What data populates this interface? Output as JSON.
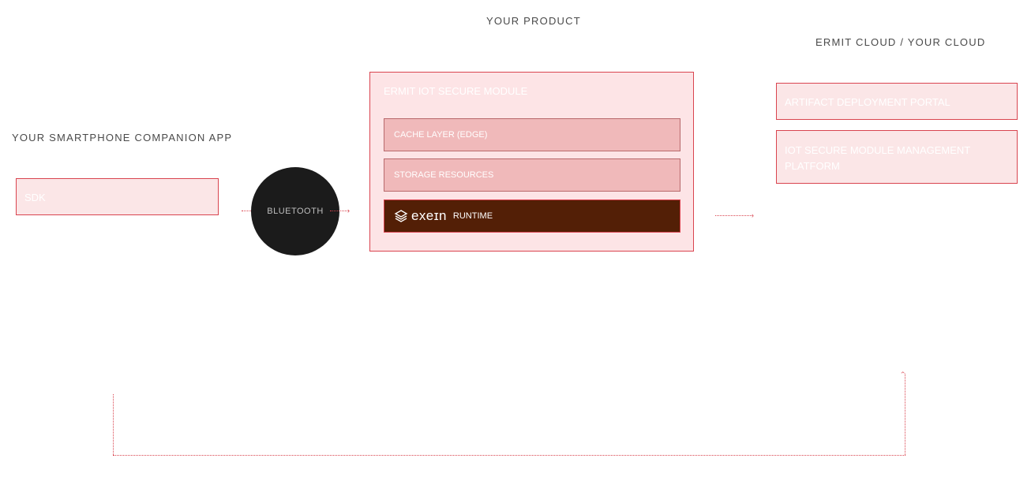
{
  "headings": {
    "product": "YOUR PRODUCT",
    "cloud": "ERMIT CLOUD / YOUR CLOUD",
    "app": "YOUR SMARTPHONE COMPANION APP"
  },
  "app": {
    "sdk_label": "SDK"
  },
  "connection": {
    "bluetooth_label": "BLUETOOTH"
  },
  "module": {
    "title": "ERMIT IOT SECURE MODULE",
    "layers": [
      {
        "label": "CACHE LAYER (EDGE)"
      },
      {
        "label": "STORAGE RESOURCES"
      }
    ],
    "runtime": {
      "brand": "exeɪn",
      "label": "RUNTIME",
      "logo_icon": "exein-logo-icon"
    }
  },
  "cloud": {
    "portal_label": "ARTIFACT DEPLOYMENT PORTAL",
    "management_label": "IOT SECURE MODULE MANAGEMENT PLATFORM"
  },
  "colors": {
    "accent": "#d9444f",
    "light_fill": "#fbe6e7",
    "layer_fill": "#f0b9ba",
    "runtime_fill": "#531f06",
    "circle_fill": "#1b1b1b"
  }
}
